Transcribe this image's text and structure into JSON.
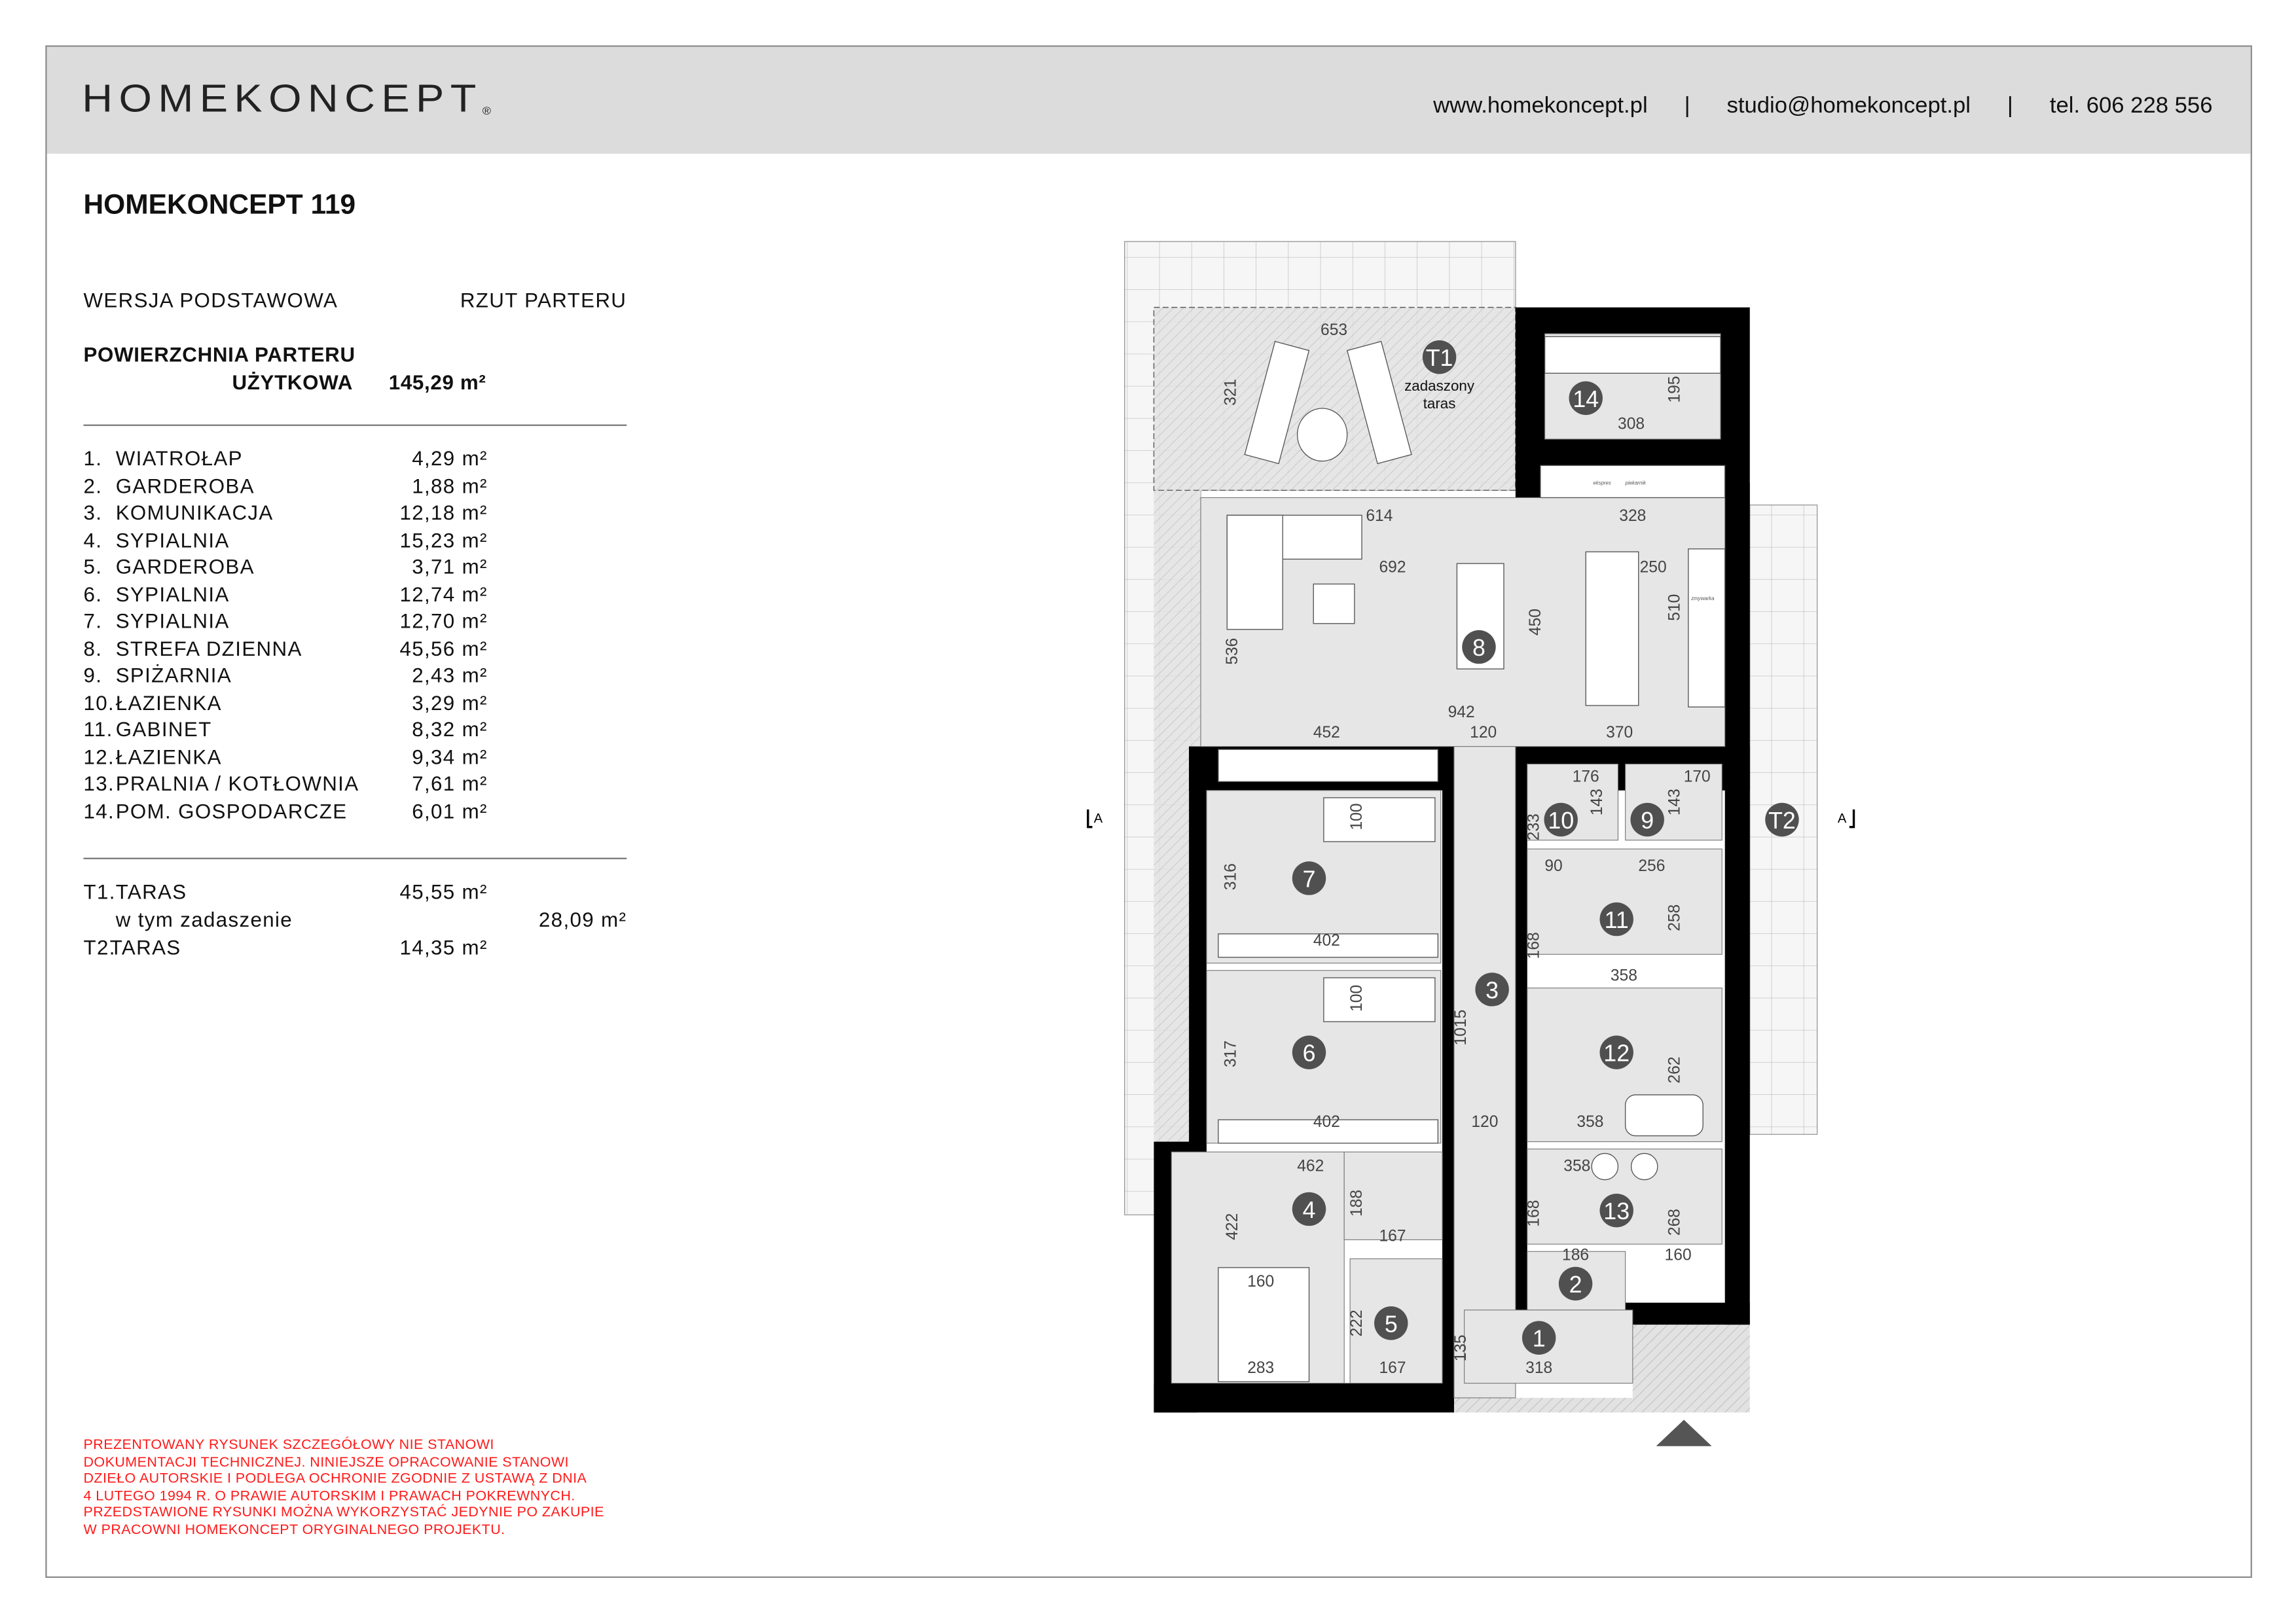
{
  "header": {
    "logo": "HOMEKONCEPT",
    "logo_mark": "®",
    "website": "www.homekoncept.pl",
    "email": "studio@homekoncept.pl",
    "phone": "tel. 606 228 556",
    "separator": "|"
  },
  "project": {
    "title": "HOMEKONCEPT 119",
    "version": "WERSJA PODSTAWOWA",
    "view": "RZUT PARTERU",
    "area_label_1": "POWIERZCHNIA PARTERU",
    "area_label_2": "UŻYTKOWA",
    "area_value": "145,29 m²"
  },
  "rooms": [
    {
      "no": "1.",
      "name": "WIATROŁAP",
      "area": "4,29 m²"
    },
    {
      "no": "2.",
      "name": "GARDEROBA",
      "area": "1,88 m²"
    },
    {
      "no": "3.",
      "name": "KOMUNIKACJA",
      "area": "12,18 m²"
    },
    {
      "no": "4.",
      "name": "SYPIALNIA",
      "area": "15,23 m²"
    },
    {
      "no": "5.",
      "name": "GARDEROBA",
      "area": "3,71 m²"
    },
    {
      "no": "6.",
      "name": "SYPIALNIA",
      "area": "12,74 m²"
    },
    {
      "no": "7.",
      "name": "SYPIALNIA",
      "area": "12,70 m²"
    },
    {
      "no": "8.",
      "name": "STREFA DZIENNA",
      "area": "45,56 m²"
    },
    {
      "no": "9.",
      "name": "SPIŻARNIA",
      "area": "2,43 m²"
    },
    {
      "no": "10.",
      "name": "ŁAZIENKA",
      "area": "3,29 m²"
    },
    {
      "no": "11.",
      "name": "GABINET",
      "area": "8,32 m²"
    },
    {
      "no": "12.",
      "name": "ŁAZIENKA",
      "area": "9,34 m²"
    },
    {
      "no": "13.",
      "name": "PRALNIA / KOTŁOWNIA",
      "area": "7,61 m²"
    },
    {
      "no": "14.",
      "name": "POM. GOSPODARCZE",
      "area": "6,01 m²"
    }
  ],
  "terraces": {
    "t1_no": "T1.",
    "t1_name": "TARAS",
    "t1_area": "45,55 m²",
    "t1_sub": "w tym zadaszenie",
    "t1_sub_area": "28,09 m²",
    "t2_no": "T2.",
    "t2_name": "TARAS",
    "t2_area": "14,35 m²"
  },
  "disclaimer": [
    "PREZENTOWANY RYSUNEK SZCZEGÓŁOWY NIE STANOWI",
    "DOKUMENTACJI TECHNICZNEJ. NINIEJSZE OPRACOWANIE STANOWI",
    "DZIEŁO AUTORSKIE I PODLEGA OCHRONIE ZGODNIE Z USTAWĄ Z DNIA",
    "4 LUTEGO 1994 R. O PRAWIE AUTORSKIM I PRAWACH POKREWNYCH.",
    "PRZEDSTAWIONE RYSUNKI MOŻNA WYKORZYSTAĆ JEDYNIE PO ZAKUPIE",
    "W PRACOWNI HOMEKONCEPT ORYGINALNEGO PROJEKTU."
  ],
  "plan": {
    "markers": [
      "T1",
      "14",
      "8",
      "7",
      "6",
      "4",
      "5",
      "3",
      "10",
      "9",
      "T2",
      "11",
      "12",
      "13",
      "2",
      "1"
    ],
    "covered_label_1": "zadaszony",
    "covered_label_2": "taras",
    "appliances": [
      "ekspres",
      "piekarnik",
      "zmywarka"
    ],
    "section_mark": "A",
    "dims": [
      "653",
      "321",
      "308",
      "195",
      "614",
      "328",
      "692",
      "250",
      "510",
      "450",
      "536",
      "942",
      "452",
      "120",
      "370",
      "176",
      "170",
      "143",
      "143",
      "233",
      "90",
      "256",
      "100",
      "316",
      "402",
      "258",
      "168",
      "358",
      "100",
      "317",
      "1015",
      "262",
      "402",
      "120",
      "358",
      "462",
      "358",
      "188",
      "168",
      "268",
      "422",
      "167",
      "186",
      "160",
      "160",
      "222",
      "135",
      "318",
      "283",
      "167"
    ]
  }
}
